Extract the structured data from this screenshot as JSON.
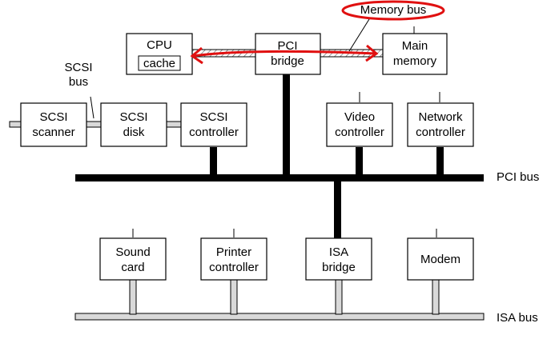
{
  "colors": {
    "line": "#000000",
    "isa_bus_fill": "#d9d9d9",
    "annotation_red": "#e01010",
    "hatch": "#555555"
  },
  "boxes": {
    "cpu": {
      "line1": "CPU",
      "line2": "cache"
    },
    "pci_bridge": {
      "line1": "PCI",
      "line2": "bridge"
    },
    "main_memory": {
      "line1": "Main",
      "line2": "memory"
    },
    "scsi_scanner": {
      "line1": "SCSI",
      "line2": "scanner"
    },
    "scsi_disk": {
      "line1": "SCSI",
      "line2": "disk"
    },
    "scsi_controller": {
      "line1": "SCSI",
      "line2": "controller"
    },
    "video_controller": {
      "line1": "Video",
      "line2": "controller"
    },
    "network_controller": {
      "line1": "Network",
      "line2": "controller"
    },
    "sound_card": {
      "line1": "Sound",
      "line2": "card"
    },
    "printer_controller": {
      "line1": "Printer",
      "line2": "controller"
    },
    "isa_bridge": {
      "line1": "ISA",
      "line2": "bridge"
    },
    "modem": {
      "line1": "Modem"
    }
  },
  "labels": {
    "memory_bus": "Memory bus",
    "scsi_bus_line1": "SCSI",
    "scsi_bus_line2": "bus",
    "pci_bus": "PCI bus",
    "isa_bus": "ISA bus"
  }
}
